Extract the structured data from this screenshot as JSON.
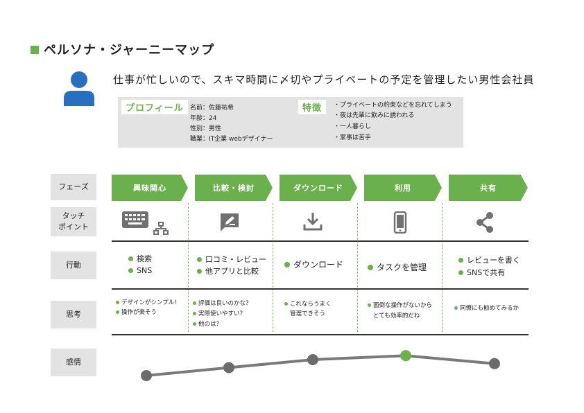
{
  "title": "ペルソナ・ジャーニーマップ",
  "headline": "仕事が忙しいので、スキマ時間に〆切やプライベートの予定を管理したい男性会社員",
  "profile": {
    "badge": "プロフィール",
    "lines": [
      "名前：佐藤祐希",
      "年齢：24",
      "性別：男性",
      "職業：IT企業 webデザイナー"
    ]
  },
  "features": {
    "badge": "特徴",
    "lines": [
      "・プライベートの約束などを忘れてしまう",
      "・夜は先輩に飲みに誘われる",
      "・一人暮らし",
      "・家事は苦手"
    ]
  },
  "row_labels": {
    "phase": "フェーズ",
    "touch": [
      "タッチ",
      "ポイント"
    ],
    "action": "行動",
    "thought": "思考",
    "emotion": "感情"
  },
  "phases": [
    "興味関心",
    "比較・検討",
    "ダウンロード",
    "利用",
    "共有"
  ],
  "touchpoints": [
    [
      "keyboard-icon",
      "network-icon"
    ],
    [
      "comment-edit-icon"
    ],
    [
      "download-icon"
    ],
    [
      "smartphone-icon"
    ],
    [
      "share-icon"
    ]
  ],
  "actions": [
    [
      "検索",
      "SNS"
    ],
    [
      "口コミ・レビュー",
      "他アプリと比較"
    ],
    [
      "ダウンロード"
    ],
    [
      "タスクを管理"
    ],
    [
      "レビューを書く",
      "SNSで共有"
    ]
  ],
  "thoughts": [
    [
      [
        "デザインがシンプル！"
      ],
      [
        "操作が楽そう"
      ]
    ],
    [
      [
        "評価は良いのかな？"
      ],
      [
        "実際使いやすい？"
      ],
      [
        "他のは？"
      ]
    ],
    [
      [
        "これならうまく",
        "管理できそう"
      ]
    ],
    [
      [
        "面倒な操作がないから",
        "とても効率的だね"
      ]
    ],
    [
      [
        "同僚にも勧めてみるか"
      ]
    ]
  ],
  "emotion": {
    "levels": [
      1,
      2,
      3,
      3.5,
      2.5
    ],
    "highlight_index": 3,
    "colors": {
      "line": "#7a7a7a",
      "point": "#6b6b6b",
      "highlight": "#6ab04c"
    }
  },
  "colors": {
    "accent": "#6ab04c",
    "panel": "#e3e3e3",
    "divider": "#333333"
  }
}
